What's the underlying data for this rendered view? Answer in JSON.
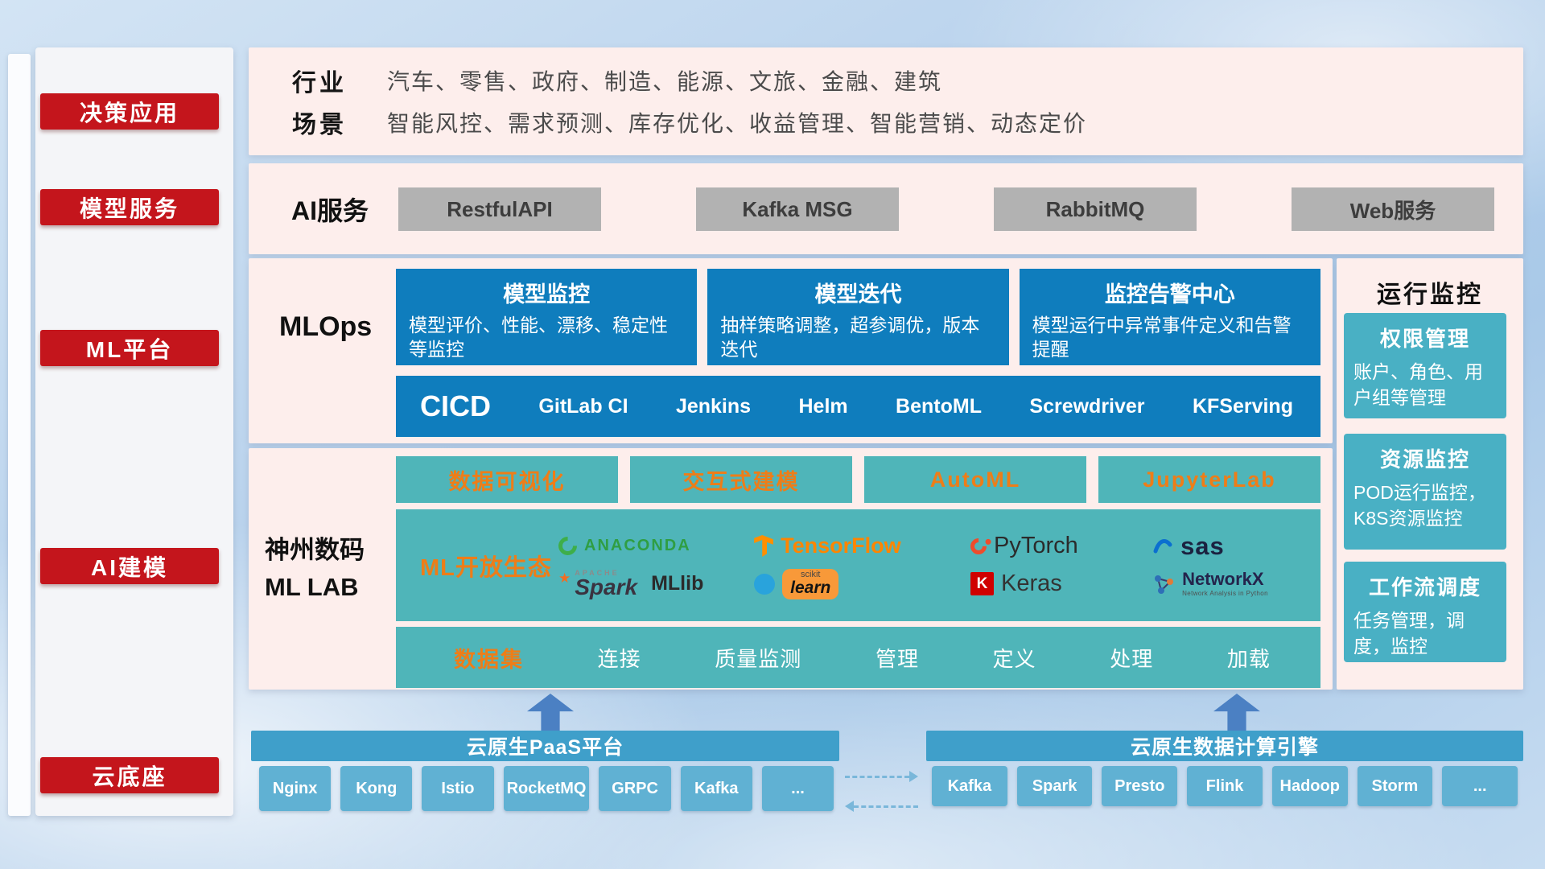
{
  "sidebar": {
    "items": [
      {
        "label": "决策应用"
      },
      {
        "label": "模型服务"
      },
      {
        "label": "ML平台"
      },
      {
        "label": "AI建模"
      },
      {
        "label": "云底座"
      }
    ]
  },
  "industry": {
    "rows": [
      {
        "label": "行业",
        "text": "汽车、零售、政府、制造、能源、文旅、金融、建筑"
      },
      {
        "label": "场景",
        "text": "智能风控、需求预测、库存优化、收益管理、智能营销、动态定价"
      }
    ]
  },
  "ai_service": {
    "label": "AI服务",
    "buttons": [
      "RestfulAPI",
      "Kafka MSG",
      "RabbitMQ",
      "Web服务"
    ]
  },
  "mlops": {
    "label": "MLOps",
    "cards": [
      {
        "title": "模型监控",
        "desc": "模型评价、性能、漂移、稳定性等监控"
      },
      {
        "title": "模型迭代",
        "desc": "抽样策略调整，超参调优，版本迭代"
      },
      {
        "title": "监控告警中心",
        "desc": "模型运行中异常事件定义和告警提醒"
      }
    ],
    "cicd": {
      "label": "CICD",
      "items": [
        "GitLab CI",
        "Jenkins",
        "Helm",
        "BentoML",
        "Screwdriver",
        "KFServing"
      ]
    }
  },
  "mllab": {
    "name_line1": "神州数码",
    "name_line2": "ML LAB",
    "features": [
      "数据可视化",
      "交互式建模",
      "AutoML",
      "JupyterLab"
    ],
    "ecosystem": {
      "label": "ML开放生态",
      "logos": {
        "anaconda": {
          "text": "ANACONDA"
        },
        "tensorflow": {
          "text": "TensorFlow"
        },
        "pytorch": {
          "text": "PyTorch"
        },
        "sas": {
          "text": "sas"
        },
        "spark": {
          "star": "★",
          "apache": "APACHE",
          "text": "Spark",
          "mllib": "MLlib"
        },
        "sklearn": {
          "top": "scikit",
          "text": "learn"
        },
        "keras": {
          "k": "K",
          "text": "Keras"
        },
        "networkx": {
          "text": "NetworkX",
          "sub": "Network Analysis in Python"
        }
      }
    },
    "dataset": {
      "label": "数据集",
      "items": [
        "连接",
        "质量监测",
        "管理",
        "定义",
        "处理",
        "加载"
      ]
    }
  },
  "monitor": {
    "title": "运行监控",
    "cards": [
      {
        "title": "权限管理",
        "desc": "账户、角色、用户组等管理"
      },
      {
        "title": "资源监控",
        "desc": "POD运行监控，K8S资源监控"
      },
      {
        "title": "工作流调度",
        "desc": "任务管理，调度，监控"
      }
    ]
  },
  "bottom": {
    "paas": {
      "title": "云原生PaaS平台",
      "items": [
        "Nginx",
        "Kong",
        "Istio",
        "RocketMQ",
        "GRPC",
        "Kafka",
        "..."
      ]
    },
    "engine": {
      "title": "云原生数据计算引擎",
      "items": [
        "Kafka",
        "Spark",
        "Presto",
        "Flink",
        "Hadoop",
        "Storm",
        "..."
      ]
    }
  },
  "colors": {
    "sidebar_red": "#c4151c",
    "band_pink": "#fdeeec",
    "mlops_blue": "#0f7dbd",
    "lab_teal": "#4fb5b9",
    "panel_teal": "#49b0c4",
    "accent_orange": "#ee7d18",
    "bar_blue": "#3f9fca",
    "chip_blue": "#60b1d3",
    "arrow_blue": "#4b80c3"
  }
}
